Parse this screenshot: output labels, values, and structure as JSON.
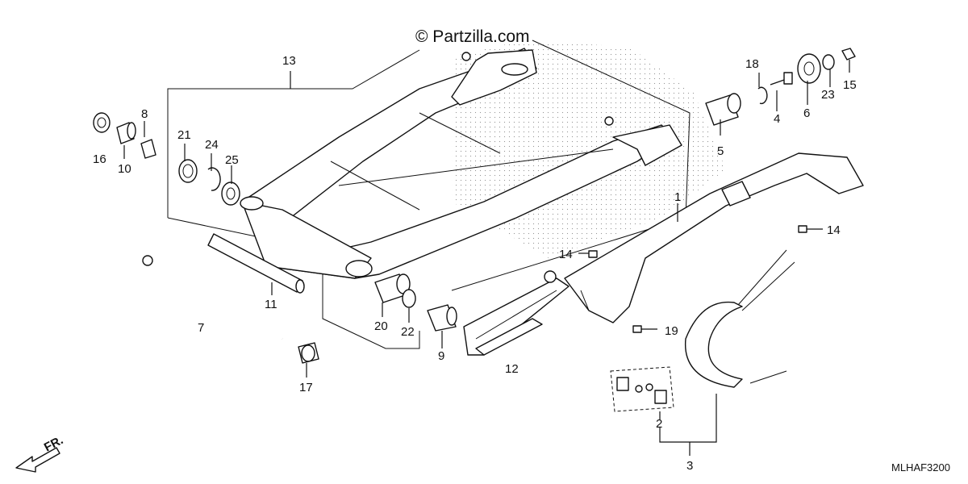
{
  "watermark": "© Partzilla.com",
  "diagram_code": "MLHAF3200",
  "direction_label": "FR.",
  "callouts": {
    "c1": "1",
    "c2": "2",
    "c3": "3",
    "c4": "4",
    "c5": "5",
    "c6": "6",
    "c7": "7",
    "c8": "8",
    "c9": "9",
    "c10": "10",
    "c11": "11",
    "c12": "12",
    "c13": "13",
    "c14a": "14",
    "c14b": "14",
    "c15": "15",
    "c16": "16",
    "c17": "17",
    "c18": "18",
    "c19": "19",
    "c20": "20",
    "c21": "21",
    "c22": "22",
    "c23": "23",
    "c24": "24",
    "c25": "25"
  }
}
